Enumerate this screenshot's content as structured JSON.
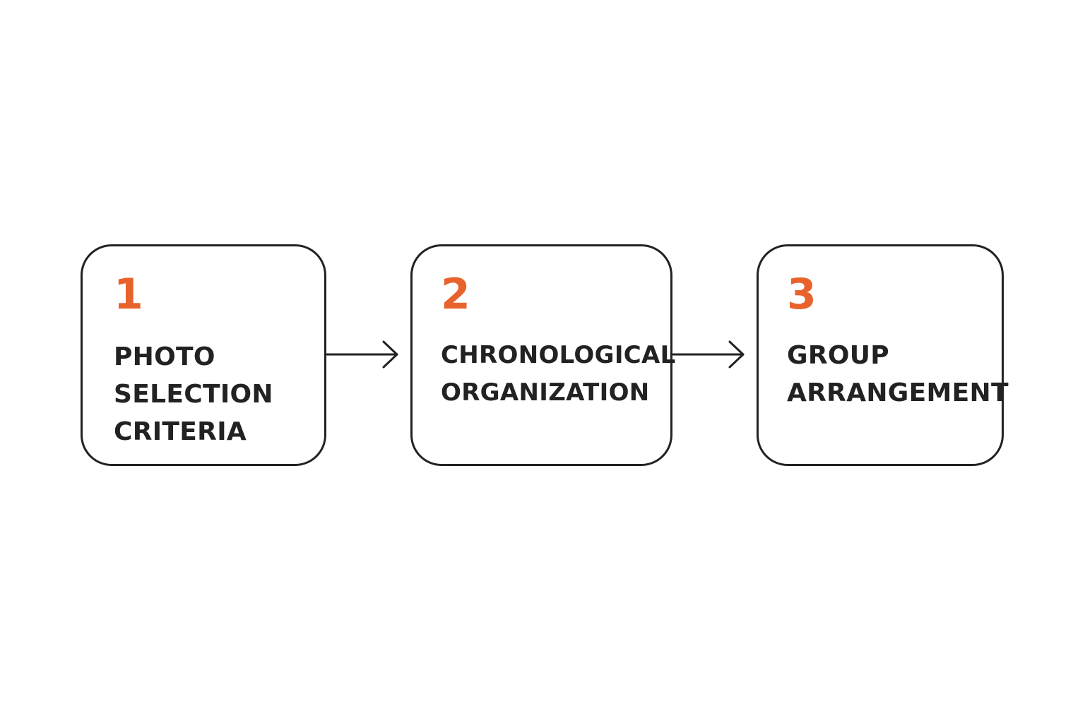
{
  "colors": {
    "accent": "#E8622C",
    "stroke": "#222222",
    "text": "#222222",
    "background": "#FFFFFF"
  },
  "steps": [
    {
      "number": "1",
      "lines": [
        "PHOTO",
        "SELECTION",
        "CRITERIA"
      ]
    },
    {
      "number": "2",
      "lines": [
        "CHRONOLOGICAL",
        "ORGANIZATION"
      ]
    },
    {
      "number": "3",
      "lines": [
        "GROUP",
        "ARRANGEMENT"
      ]
    }
  ],
  "connectors": [
    {
      "from": "1",
      "to": "2",
      "icon": "arrow-right-icon"
    },
    {
      "from": "2",
      "to": "3",
      "icon": "arrow-right-icon"
    }
  ]
}
